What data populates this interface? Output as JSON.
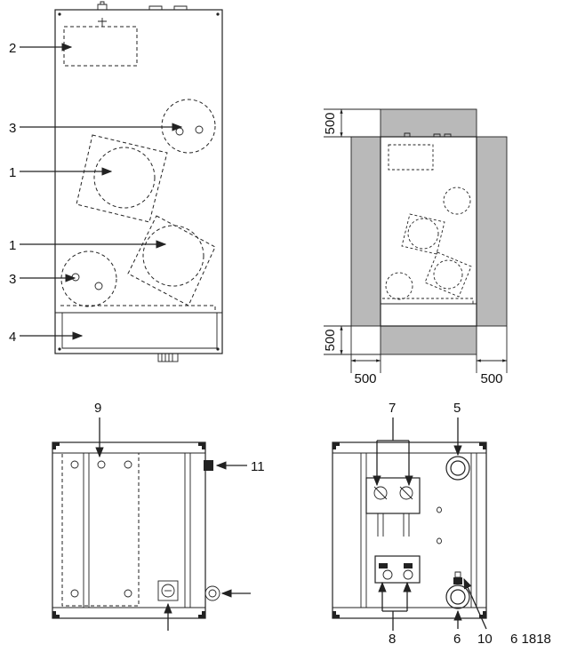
{
  "labels": {
    "l1a": "1",
    "l1b": "1",
    "l2": "2",
    "l3a": "3",
    "l3b": "3",
    "l4": "4",
    "l5": "5",
    "l6": "6",
    "l7": "7",
    "l8": "8",
    "l9": "9",
    "l10": "10",
    "l11": "11"
  },
  "clearances": {
    "top": "500",
    "bottom": "500",
    "left": "500",
    "right": "500"
  },
  "figure_id": "6 1818"
}
